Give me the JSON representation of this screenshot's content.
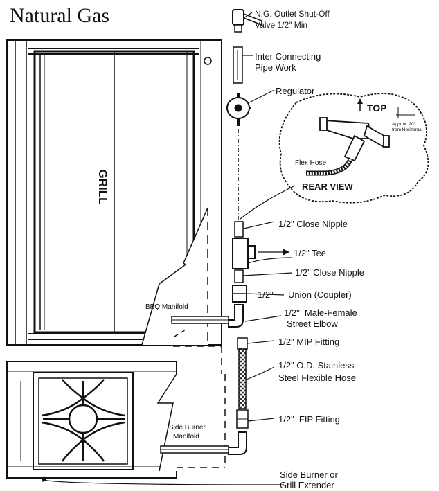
{
  "title": "Natural Gas",
  "grill_label": "GRILL",
  "rear_view": {
    "top": "TOP",
    "angle_note_1": "Approx. 20°",
    "angle_note_2": "from Horizontal",
    "flex_hose": "Flex Hose",
    "caption": "REAR VIEW"
  },
  "parts": {
    "outlet_valve_1": "N.G. Outlet Shut-Off",
    "outlet_valve_2": "Valve 1/2\" Min",
    "pipe_1": "Inter Connecting",
    "pipe_2": "Pipe Work",
    "regulator": "Regulator",
    "close_nipple_top": "1/2\" Close Nipple",
    "tee": "1/2\" Tee",
    "close_nipple_bottom": "1/2\" Close Nipple",
    "union_size": "1/2\"",
    "union": "Union (Coupler)",
    "street_elbow_1": "1/2\"  Male-Female",
    "street_elbow_2": "Street Elbow",
    "mip": "1/2\" MIP Fitting",
    "hose_1": "1/2\" O.D. Stainless",
    "hose_2": "Steel Flexible Hose",
    "fip": "1/2\"  FIP Fitting",
    "bbq_manifold": "BBQ Manifold",
    "side_manifold_1": "Side Burner",
    "side_manifold_2": "Manifold",
    "extender_1": "Side Burner or",
    "extender_2": "Grill Extender"
  }
}
